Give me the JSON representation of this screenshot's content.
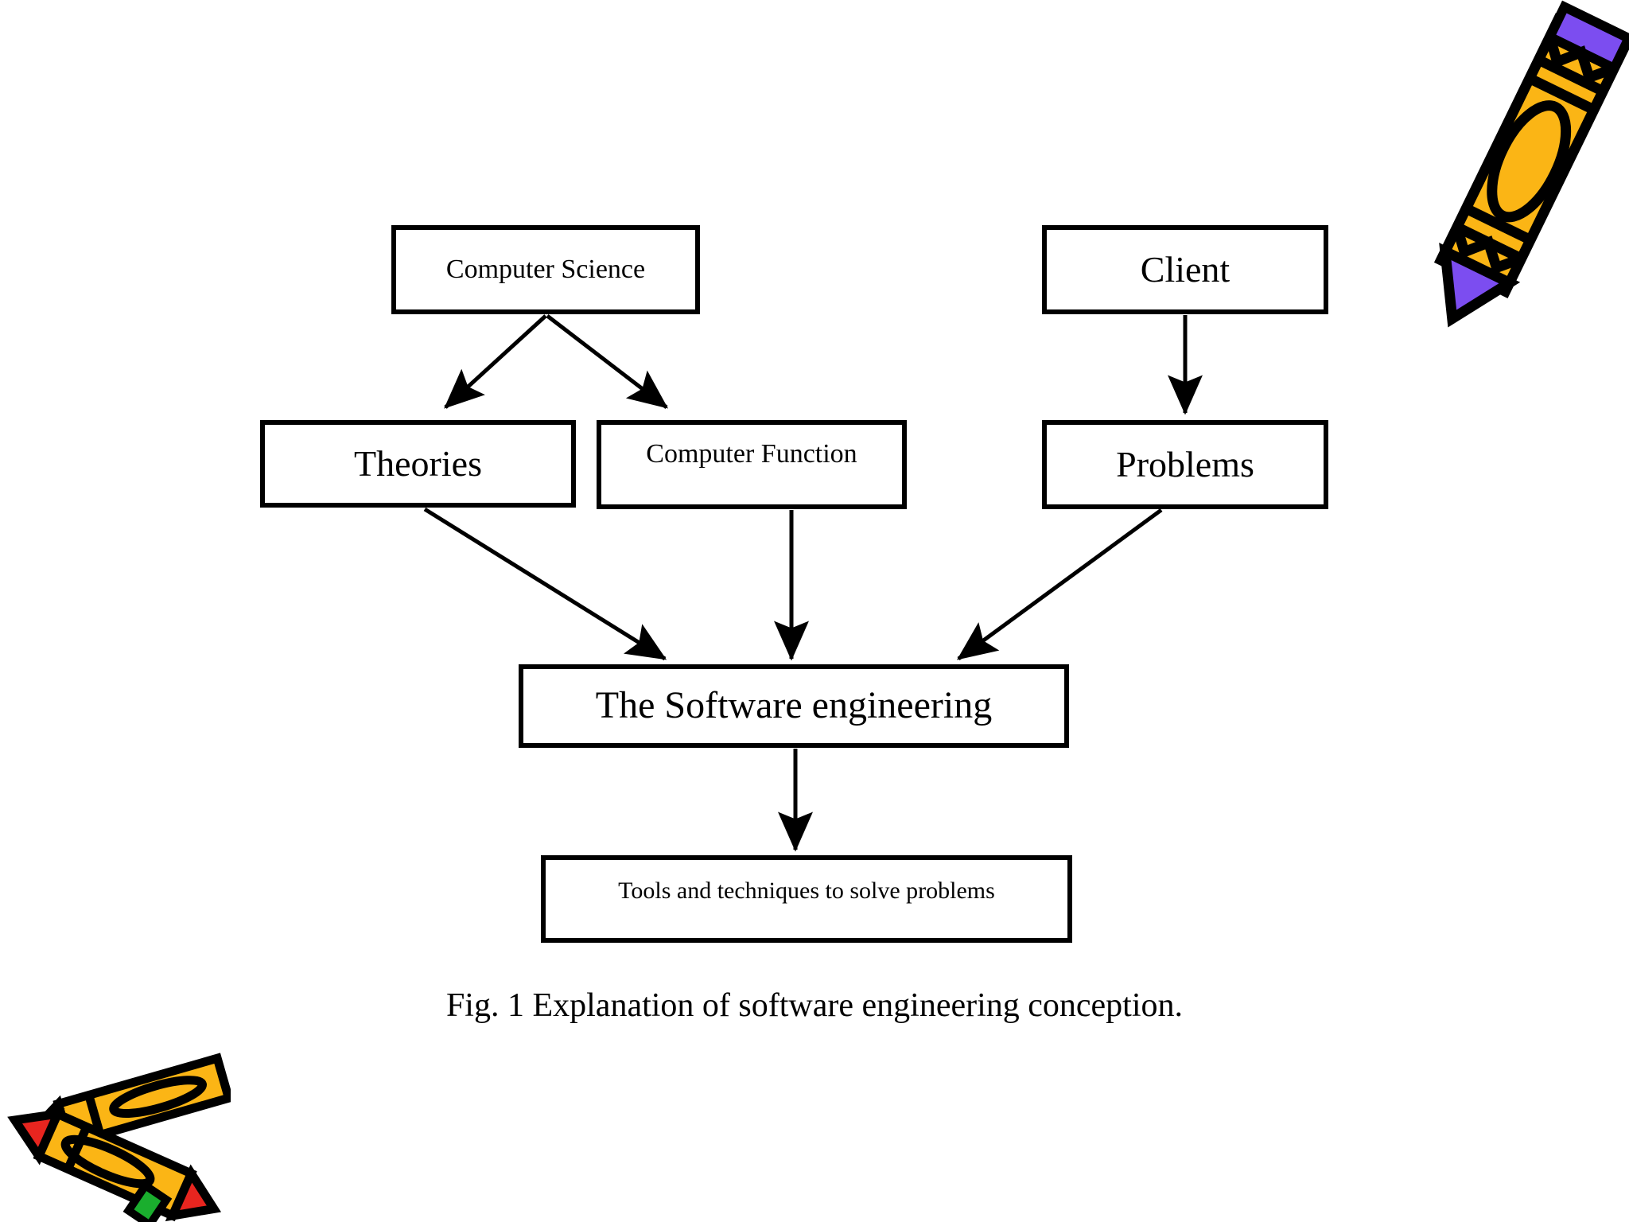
{
  "figure": {
    "caption": "Fig. 1 Explanation of software engineering conception.",
    "background_color": "#ffffff",
    "line_color": "#000000"
  },
  "diagram": {
    "type": "flowchart",
    "nodes": [
      {
        "id": "computer-science",
        "label": "Computer Science"
      },
      {
        "id": "client",
        "label": "Client"
      },
      {
        "id": "theories",
        "label": "Theories"
      },
      {
        "id": "computer-function",
        "label": "Computer Function"
      },
      {
        "id": "problems",
        "label": "Problems"
      },
      {
        "id": "software-engineering",
        "label": "The Software engineering"
      },
      {
        "id": "tools",
        "label": "Tools and techniques to solve problems"
      }
    ],
    "edges": [
      {
        "from": "computer-science",
        "to": "theories",
        "style": "diagonal-arrow"
      },
      {
        "from": "computer-science",
        "to": "computer-function",
        "style": "diagonal-arrow"
      },
      {
        "from": "client",
        "to": "problems",
        "style": "vertical-arrow"
      },
      {
        "from": "theories",
        "to": "software-engineering",
        "style": "diagonal-arrow"
      },
      {
        "from": "computer-function",
        "to": "software-engineering",
        "style": "vertical-arrow"
      },
      {
        "from": "problems",
        "to": "software-engineering",
        "style": "diagonal-arrow"
      },
      {
        "from": "software-engineering",
        "to": "tools",
        "style": "vertical-arrow"
      }
    ]
  },
  "clipart": {
    "top_right": {
      "name": "purple-crayon",
      "body_color": "#FBB515",
      "tip_color": "#7C4DF0",
      "outline_color": "#000000"
    },
    "bottom_left": {
      "name": "crossed-crayons",
      "body_color": "#FBB515",
      "tip_colors": [
        "#E8251F",
        "#1AAE2E"
      ],
      "outline_color": "#000000"
    }
  }
}
